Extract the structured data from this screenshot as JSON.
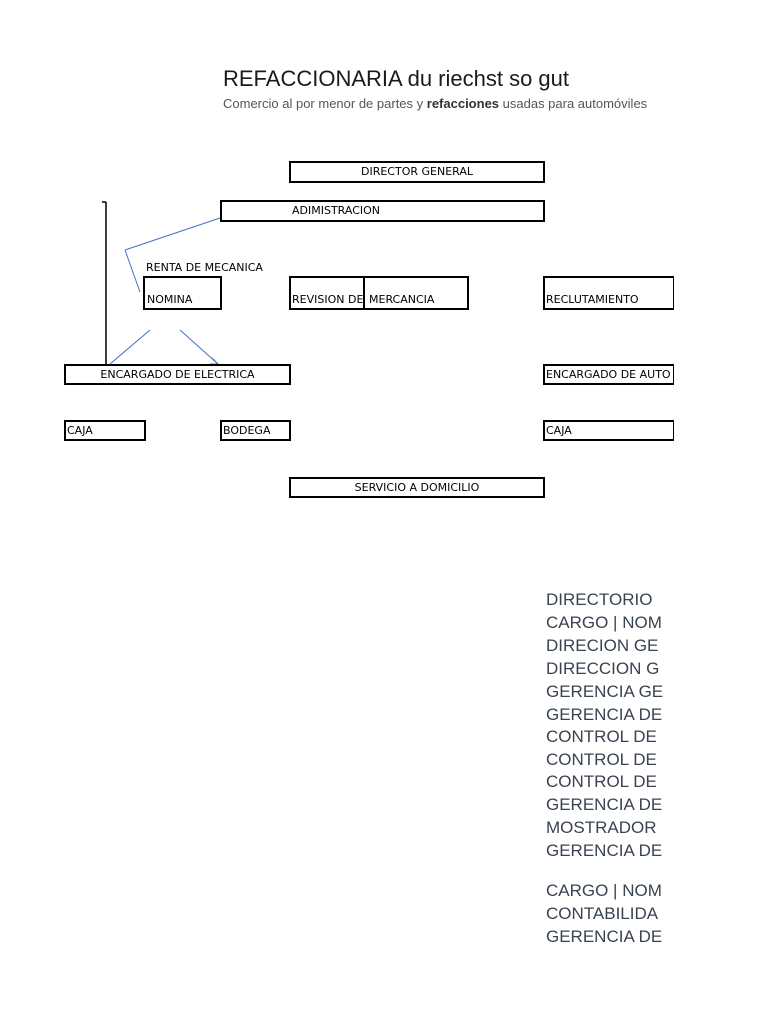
{
  "header": {
    "title": "REFACCIONARIA du riechst so gut",
    "subtitle_pre": "Comercio al por menor de partes y ",
    "subtitle_bold": "refacciones",
    "subtitle_post": " usadas para automóviles"
  },
  "org_chart": {
    "director_general": "DIRECTOR GENERAL",
    "administracion": "ADIMISTRACION",
    "renta_mecanica": "RENTA DE MECANICA",
    "nomina": "NOMINA",
    "revision_de": "REVISION DE",
    "mercancia": "MERCANCIA",
    "reclutamiento": "RECLUTAMIENTO",
    "encargado_electrica": "ENCARGADO DE ELECTRICA",
    "encargado_auto": "ENCARGADO DE AUTO",
    "caja_1": "CAJA",
    "bodega": "BODEGA",
    "caja_2": "CAJA",
    "servicio_domicilio": "SERVICIO A DOMICILIO"
  },
  "directory": {
    "lines": [
      "DIRECTORIO",
      "CARGO | NOM",
      "DIRECION GE",
      "DIRECCION G",
      "GERENCIA GE",
      "GERENCIA DE",
      "CONTROL DE",
      "CONTROL DE",
      "CONTROL DE",
      "GERENCIA DE",
      "MOSTRADOR",
      "GERENCIA DE"
    ],
    "lines2": [
      "CARGO | NOM",
      "CONTABILIDA",
      "GERENCIA DE"
    ]
  },
  "colors": {
    "connector_blue": "#4472c4",
    "directory_text": "#3a4350"
  }
}
